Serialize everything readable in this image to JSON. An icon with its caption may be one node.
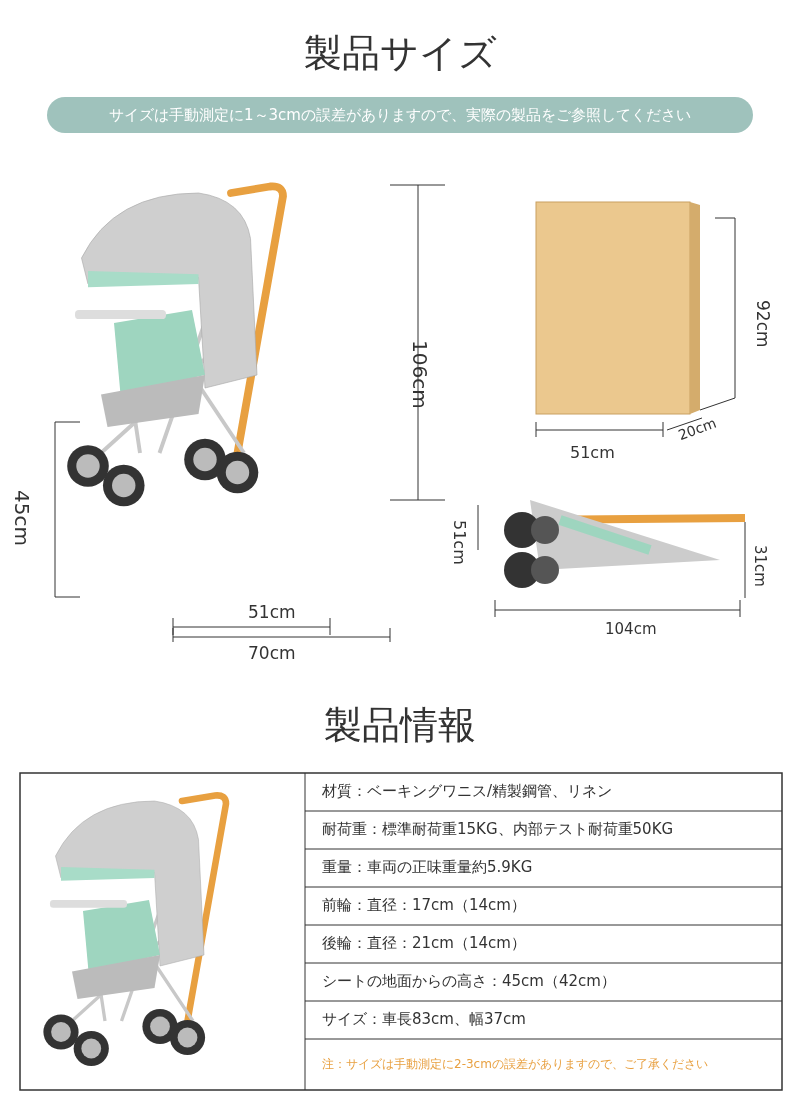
{
  "diagram": {
    "title": "製品サイズ",
    "nodes": [
      {
        "text": [
          "サイズは手動測定に1～3cmの誤差がありますので、実際の製品をご参照してください"
        ]
      }
    ],
    "labels": [
      "106cm",
      "92cm",
      "51cm",
      "20cm",
      "45cm",
      "51cm",
      "31cm",
      "51cm",
      "104cm",
      "70cm",
      "製品情報",
      "材質：ベーキングワニス/精製鋼管、リネン",
      "耐荷重：標準耐荷重15KG、内部テスト耐荷重50KG",
      "重量：車両の正味重量約5.9KG",
      "前輪：直径：17cm（14cm）",
      "後輪：直径：21cm（14cm）",
      "シートの地面からの高さ：45cm（42cm）",
      "サイズ：車長83cm、幅37cm",
      "注：サイズは手動測定に2-3cmの誤差がありますので、ご了承ください"
    ]
  }
}
